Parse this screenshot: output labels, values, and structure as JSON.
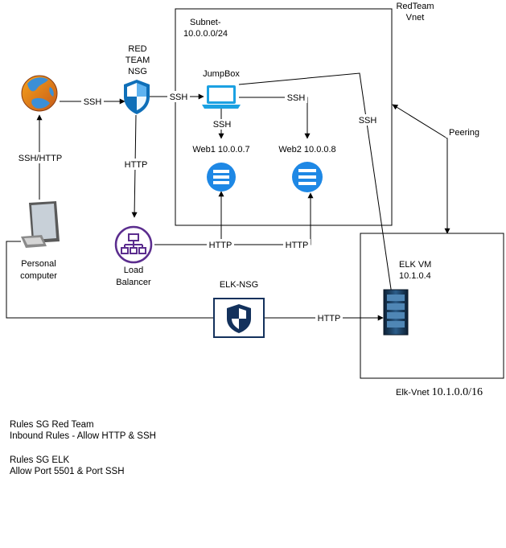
{
  "regions": {
    "subnet_title_1": "Subnet-",
    "subnet_title_2": "10.0.0.0/24",
    "redteam_vnet_1": "RedTeam",
    "redteam_vnet_2": "Vnet",
    "elk_vnet_prefix": "Elk-Vnet ",
    "elk_vnet_cidr": "10.1.0.0/16"
  },
  "nodes": {
    "nsg_red_1": "RED",
    "nsg_red_2": "TEAM",
    "nsg_red_3": "NSG",
    "jumpbox": "JumpBox",
    "web1": "Web1 10.0.0.7",
    "web2": "Web2 10.0.0.8",
    "personal_1": "Personal",
    "personal_2": "computer",
    "lb_1": "Load",
    "lb_2": "Balancer",
    "elk_nsg": "ELK-NSG",
    "elk_vm_1": "ELK VM",
    "elk_vm_2": "10.1.0.4"
  },
  "edges": {
    "internet_nsg": "SSH",
    "nsg_jumpbox": "SSH",
    "jumpbox_web1": "SSH",
    "jumpbox_web2": "SSH",
    "jumpbox_elk": "SSH",
    "pc_internet": "SSH/HTTP",
    "nsg_lb": "HTTP",
    "lb_web1": "HTTP",
    "lb_web2": "HTTP",
    "elk_http": "HTTP",
    "peering": "Peering"
  },
  "notes": {
    "red_title": "Rules SG Red Team",
    "red_rules": "Inbound Rules - Allow HTTP  & SSH",
    "elk_title": "Rules SG ELK",
    "elk_rules": "Allow Port 5501 & Port SSH"
  },
  "colors": {
    "line": "#000000",
    "web_server": "#1e88e5",
    "laptop": "#1ba1e2",
    "shield": "#0f6fb8",
    "lb_purple": "#5b2d8e",
    "elk_nsg_navy": "#13315c"
  }
}
